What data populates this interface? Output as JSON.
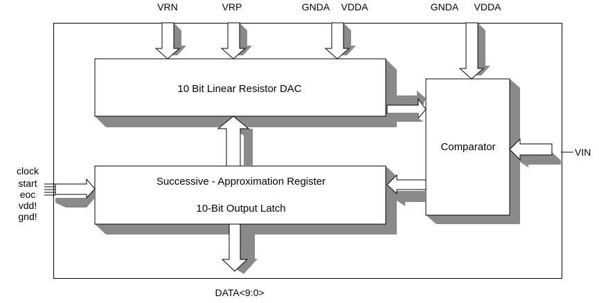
{
  "colors": {
    "shadow": "#8a8a8a",
    "line": "#000000",
    "fill": "#ffffff"
  },
  "blocks": {
    "dac": "10 Bit Linear Resistor DAC",
    "sar_line1": "Successive -  Approximation Register",
    "sar_line2": "10-Bit Output Latch",
    "comparator": "Comparator"
  },
  "signals": {
    "vrn": "VRN",
    "vrp": "VRP",
    "gnda_left": "GNDA",
    "vdda_left": "VDDA",
    "gnda_right": "GNDA",
    "vdda_right": "VDDA",
    "vin": "VIN",
    "data_out": "DATA<9:0>",
    "control_inputs": [
      "clock",
      "start",
      "eoc",
      "vdd!",
      "gnd!"
    ]
  }
}
